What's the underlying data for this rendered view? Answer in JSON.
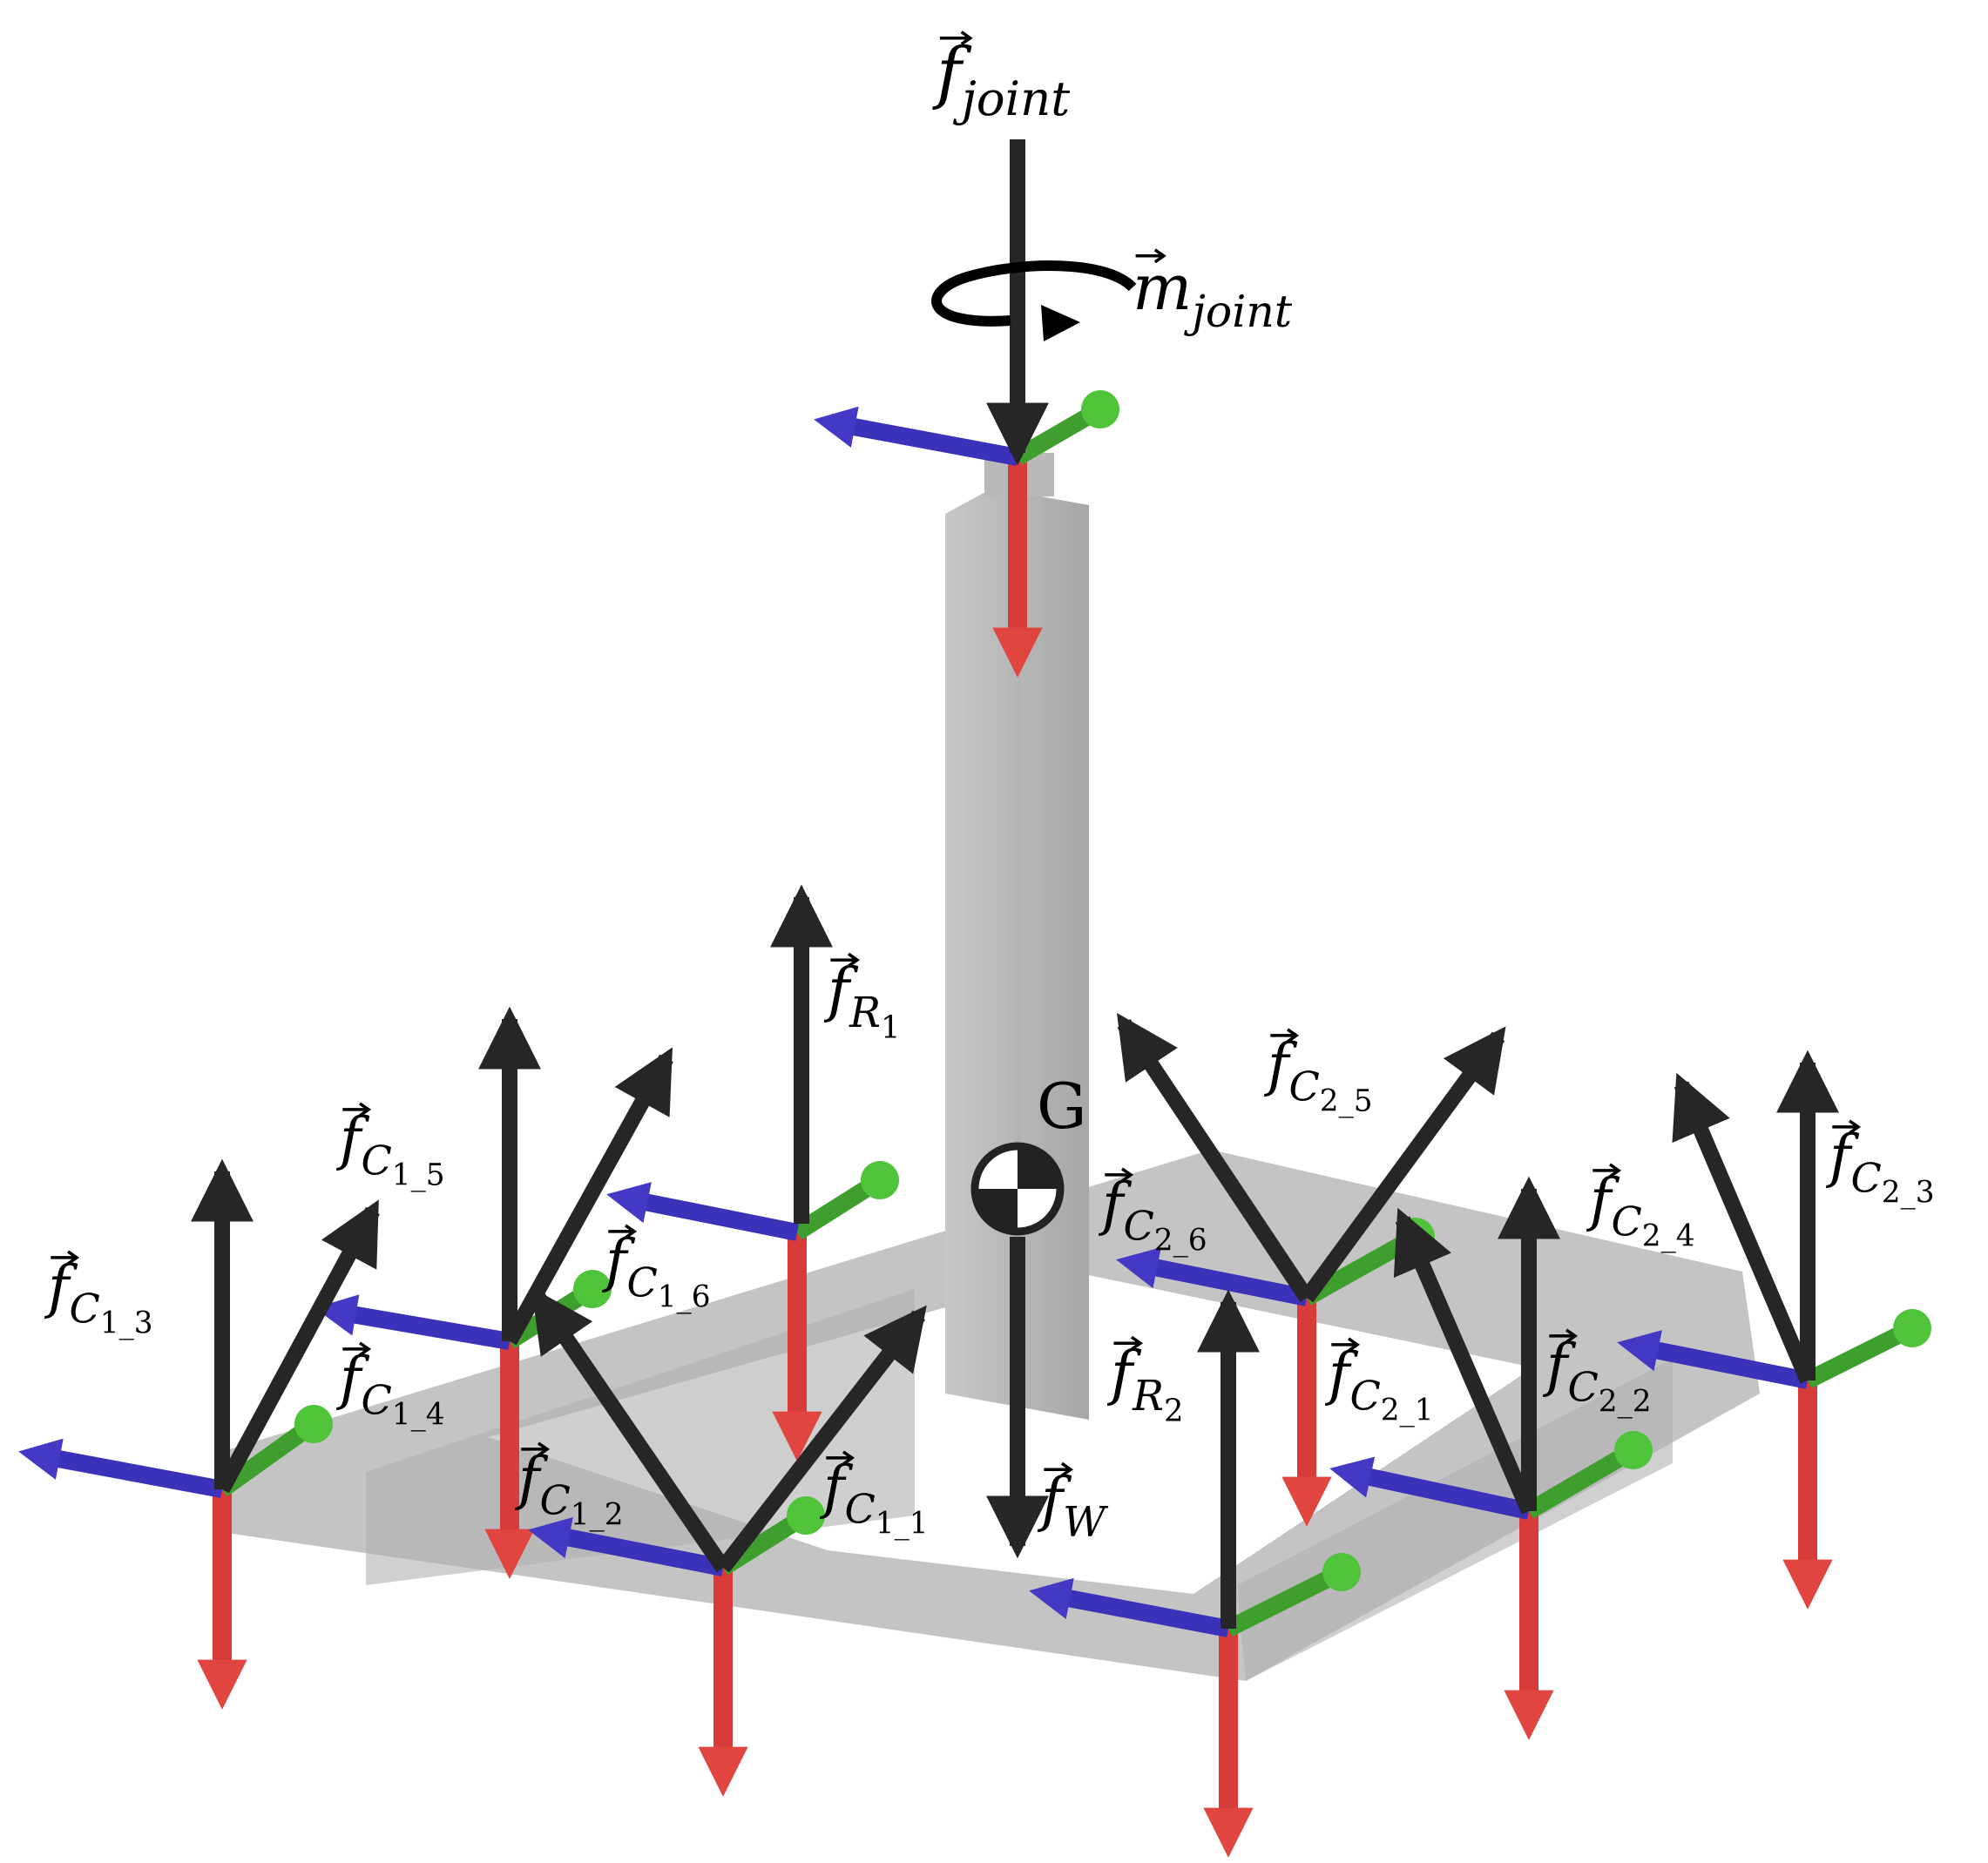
{
  "labels": {
    "f_joint": {
      "base": "f",
      "sub": "joint"
    },
    "m_joint": {
      "base": "m",
      "sub": "joint"
    },
    "f_R1": {
      "base": "f",
      "sub": "R",
      "subsub": "1"
    },
    "f_R2": {
      "base": "f",
      "sub": "R",
      "subsub": "2"
    },
    "f_W": {
      "base": "f",
      "sub": "W"
    },
    "G": "G",
    "f_C1_1": {
      "base": "f",
      "sub": "C",
      "subsub": "1_1"
    },
    "f_C1_2": {
      "base": "f",
      "sub": "C",
      "subsub": "1_2"
    },
    "f_C1_3": {
      "base": "f",
      "sub": "C",
      "subsub": "1_3"
    },
    "f_C1_4": {
      "base": "f",
      "sub": "C",
      "subsub": "1_4"
    },
    "f_C1_5": {
      "base": "f",
      "sub": "C",
      "subsub": "1_5"
    },
    "f_C1_6": {
      "base": "f",
      "sub": "C",
      "subsub": "1_6"
    },
    "f_C2_1": {
      "base": "f",
      "sub": "C",
      "subsub": "2_1"
    },
    "f_C2_2": {
      "base": "f",
      "sub": "C",
      "subsub": "2_2"
    },
    "f_C2_3": {
      "base": "f",
      "sub": "C",
      "subsub": "2_3"
    },
    "f_C2_4": {
      "base": "f",
      "sub": "C",
      "subsub": "2_4"
    },
    "f_C2_5": {
      "base": "f",
      "sub": "C",
      "subsub": "2_5"
    },
    "f_C2_6": {
      "base": "f",
      "sub": "C",
      "subsub": "2_6"
    }
  },
  "colors": {
    "force_arrow": "#262626",
    "axis_x": "#d93a3a",
    "axis_y": "#3f9f2e",
    "axis_z": "#3a32b8",
    "structure": "#a8a8a8"
  }
}
